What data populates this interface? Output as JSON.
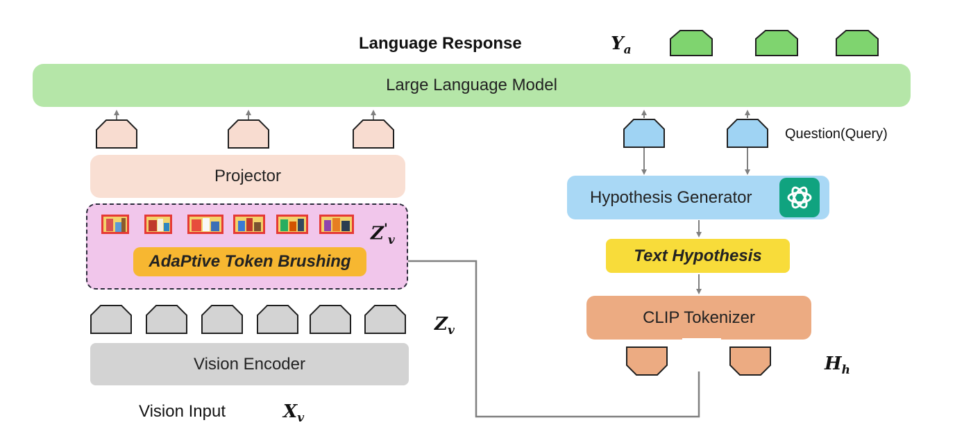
{
  "top": {
    "response_label": "Language Response",
    "y_symbol": "Y",
    "y_sub": "a"
  },
  "llm": {
    "label": "Large Language Model"
  },
  "question_label": "Question(Query)",
  "projector": {
    "label": "Projector"
  },
  "brushing": {
    "label": "AdaPtive Token Brushing",
    "z_symbol": "Z",
    "z_prime": "'",
    "z_sub": "v"
  },
  "zv": {
    "symbol": "Z",
    "sub": "v"
  },
  "vision_encoder": {
    "label": "Vision Encoder"
  },
  "vision_input": {
    "label": "Vision Input",
    "symbol": "X",
    "sub": "v"
  },
  "hypothesis_generator": {
    "label": "Hypothesis Generator",
    "icon": "chatgpt-logo-icon"
  },
  "text_hypothesis": {
    "label": "Text Hypothesis"
  },
  "clip_tokenizer": {
    "label": "CLIP Tokenizer"
  },
  "hh": {
    "symbol": "H",
    "sub": "h"
  },
  "colors": {
    "llm_green": "#b5e6a8",
    "output_token": "#7fd46f",
    "projector_peach": "#f9dfd3",
    "vision_token_peach": "#f8dcd0",
    "brushing_pink": "#f1c6eb",
    "brushing_yellow": "#f7b731",
    "encoder_grey": "#d3d3d3",
    "hypothesis_blue": "#a9d8f5",
    "query_token_blue": "#9fd3f3",
    "text_hypo_yellow": "#f8dc3a",
    "clip_orange": "#ecab82",
    "arrow_grey": "#7f7f7f"
  }
}
